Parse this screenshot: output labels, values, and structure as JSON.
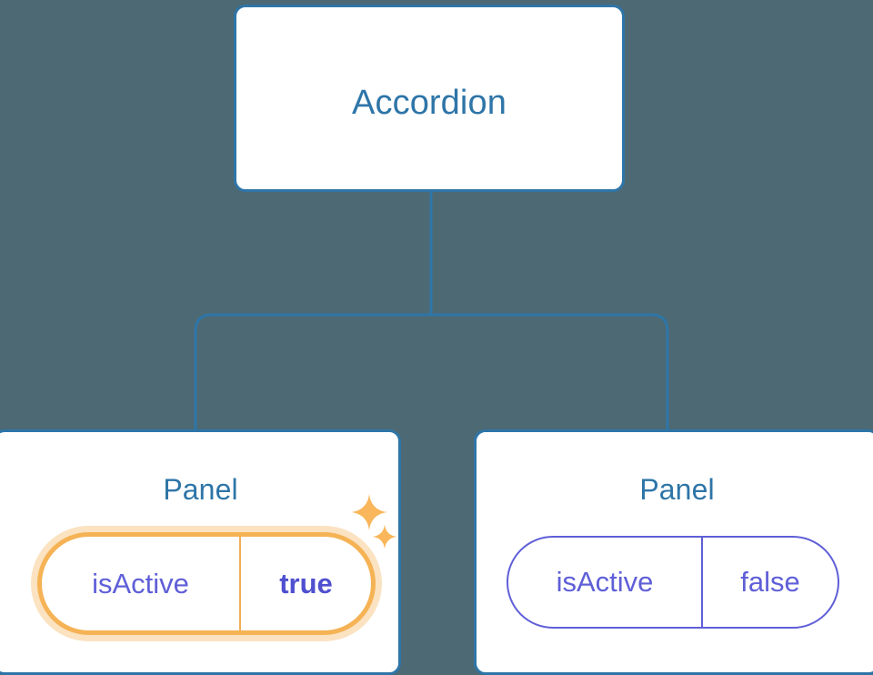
{
  "diagram": {
    "type": "component-tree",
    "background_color": "#4d6973",
    "edge_color": "#2e75a8",
    "nodes": [
      {
        "id": "accordion",
        "title": "Accordion",
        "title_color": "#2e75a8",
        "card_color": "#ffffff",
        "border_color": "#2e75a8",
        "props": []
      },
      {
        "id": "panel-left",
        "title": "Panel",
        "title_color": "#2e75a8",
        "card_color": "#ffffff",
        "border_color": "#2e75a8",
        "highlighted": true,
        "highlight_color": "#f5b355",
        "props": [
          {
            "key": "isActive",
            "value": "true",
            "emphasis": "bold",
            "text_color": "#4f4fd0"
          }
        ]
      },
      {
        "id": "panel-right",
        "title": "Panel",
        "title_color": "#2e75a8",
        "card_color": "#ffffff",
        "border_color": "#2e75a8",
        "highlighted": false,
        "props": [
          {
            "key": "isActive",
            "value": "false",
            "emphasis": "normal",
            "text_color": "#5f5fd8"
          }
        ]
      }
    ],
    "edges": [
      {
        "from": "accordion",
        "to": "panel-left"
      },
      {
        "from": "accordion",
        "to": "panel-right"
      }
    ],
    "decorations": [
      {
        "name": "sparkle-large",
        "color": "#f9b65a"
      },
      {
        "name": "sparkle-small",
        "color": "#f9b65a"
      }
    ]
  }
}
